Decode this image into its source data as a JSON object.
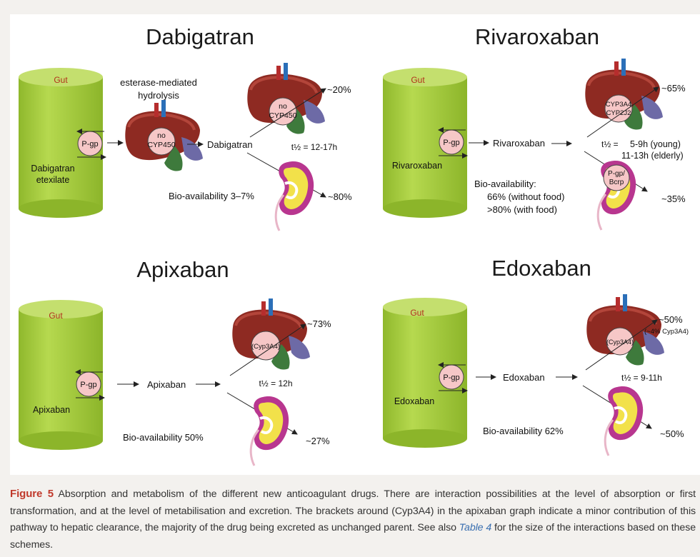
{
  "colors": {
    "panel_bg": "#ffffff",
    "page_bg": "#f3f1ee",
    "gut_green": "#a6cd3f",
    "caption_accent": "#c0392b",
    "link_blue": "#3a6fb0"
  },
  "panels": {
    "dabigatran": {
      "title": "Dabigatran",
      "gut_label": "Gut",
      "gut_drug": [
        "Dabigatran",
        "etexilate"
      ],
      "pgp": "P-gp",
      "step1": [
        "esterase-mediated",
        "hydrolysis"
      ],
      "liver1_label": [
        "no",
        "CYP450"
      ],
      "active": "Dabigatran",
      "liver2_label": [
        "no",
        "CYP450"
      ],
      "hepatic_pct": "~20%",
      "half_life": "t½ = 12-17h",
      "bio": "Bio-availability 3–7%",
      "renal_pct": "~80%"
    },
    "rivaroxaban": {
      "title": "Rivaroxaban",
      "gut_label": "Gut",
      "gut_drug": [
        "Rivaroxaban"
      ],
      "pgp": "P-gp",
      "active": "Rivaroxaban",
      "liver_label": [
        "CYP3A4",
        "CYP2J2"
      ],
      "hepatic_pct": "~65%",
      "half_life": [
        "t½ =",
        "5-9h (young)",
        "11-13h (elderly)"
      ],
      "bio": [
        "Bio-availability:",
        "66% (without food)",
        ">80% (with food)"
      ],
      "kidney_label": [
        "P-gp/",
        "Bcrp"
      ],
      "renal_pct": "~35%"
    },
    "apixaban": {
      "title": "Apixaban",
      "gut_label": "Gut",
      "gut_drug": [
        "Apixaban"
      ],
      "pgp": "P-gp",
      "active": "Apixaban",
      "liver_label": [
        "(Cyp3A4)"
      ],
      "hepatic_pct": "~73%",
      "half_life": "t½ = 12h",
      "bio": "Bio-availability 50%",
      "renal_pct": "~27%"
    },
    "edoxaban": {
      "title": "Edoxaban",
      "gut_label": "Gut",
      "gut_drug": [
        "Edoxaban"
      ],
      "pgp": "P-gp",
      "active": "Edoxaban",
      "liver_label": [
        "(Cyp3A4)"
      ],
      "hepatic_pct": "~50%",
      "hepatic_note": "(~4% Cyp3A4)",
      "half_life": "t½ = 9-11h",
      "bio": "Bio-availability 62%",
      "renal_pct": "~50%"
    }
  },
  "caption": {
    "label": "Figure 5",
    "text1": " Absorption and metabolism of the different new anticoagulant drugs. There are interaction possibilities at the level of absorption or first transformation, and at the level of metabilisation and excretion. The brackets around (Cyp3A4) in the apixaban graph indicate a minor contribution of this pathway to hepatic clearance, the majority of the drug being excreted as unchanged parent. See also ",
    "table_ref": "Table 4",
    "text2": " for the size of the interactions based on these schemes."
  }
}
